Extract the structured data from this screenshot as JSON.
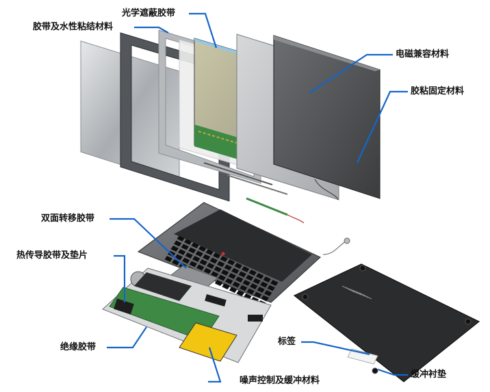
{
  "labels": {
    "optical_shading_tape": "光学遮蔽胶带",
    "tape_waterproof_adhesive": "胶带及水性粘结材料",
    "emc_material": "电磁兼容材料",
    "adhesive_fixing_material": "胶粘固定材料",
    "double_sided_transfer_tape": "双面转移胶带",
    "thermal_tape_pads": "热传导胶带及垫片",
    "insulating_tape": "绝缘胶带",
    "label": "标签",
    "noise_control_cushion": "噪声控制及缓冲材料",
    "cushion_pad": "缓冲衬垫"
  },
  "colors": {
    "callout_line": "#1565c8",
    "label_text": "#111111",
    "pcb_green": "#3e8a45",
    "keyboard_deck": "#6a6c70",
    "base_cover": "#2b2c2e"
  }
}
